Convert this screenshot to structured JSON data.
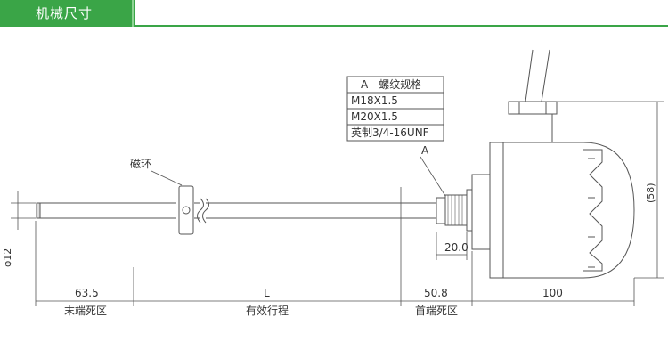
{
  "header": {
    "title": "机械尺寸"
  },
  "spec_table": {
    "header": "A　螺纹规格",
    "rows": [
      "M18X1.5",
      "M20X1.5",
      "英制3/4-16UNF"
    ]
  },
  "labels": {
    "magnet_ring": "磁环",
    "thread_marker": "A",
    "diameter": "φ12",
    "height": "(58)",
    "thread_len": "20.0"
  },
  "dimensions": [
    {
      "value": "63.5",
      "caption": "末端死区"
    },
    {
      "value": "L",
      "caption": "有效行程"
    },
    {
      "value": "50.8",
      "caption": "首端死区"
    },
    {
      "value": "100",
      "caption": ""
    }
  ],
  "colors": {
    "accent": "#3aa547",
    "line": "#555555"
  }
}
